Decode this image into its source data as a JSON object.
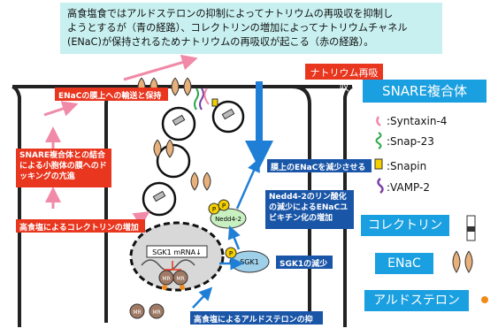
{
  "intro": {
    "line1": "高食塩食ではアルドステロンの抑制によってナトリウムの再吸収を抑制し",
    "line2": "ようとするが（青の経路）、コレクトリンの増加によってナトリウムチャネル",
    "line3": "(ENaC)が保持されるためナトリウムの再吸収が起こる（赤の経路）。"
  },
  "labels": {
    "na_reabsorption": "ナトリウム再吸収",
    "enac_transport": "ENaCの膜上への輸送と保持",
    "snare_docking": "SNARE複合体との結合による小胞体の膜へのドッキングの亢進",
    "collectrin_increase": "高食塩によるコレクトリンの増加",
    "reduce_enac": "膜上のENaCを減少させる",
    "nedd4_text": "Nedd4-2のリン酸化の減少によるENaCユビキチン化の増加",
    "sgk1_decrease": "SGK1の減少",
    "aldosterone_suppress": "高食塩によるアルドステロンの抑制",
    "sgk1_mrna": "SGK1 mRNA↓",
    "nedd4_2": "Nedd4-2",
    "sgk1": "SGK1",
    "mr": "MR",
    "p": "P"
  },
  "legend": {
    "snare_title": "SNARE複合体",
    "syntaxin": ":Syntaxin-4",
    "snap23": ":Snap-23",
    "snapin": ":Snapin",
    "vamp2": ":VAMP-2",
    "collectrin": "コレクトリン",
    "enac": "ENaC",
    "aldosterone": "アルドステロン"
  },
  "colors": {
    "red": "#e8361f",
    "blue": "#1a56a8",
    "arrow_blue": "#1f7fd6",
    "pink": "#f08aa8",
    "legend_blue": "#1a9fe0",
    "intro_bg": "#c8f0f0",
    "enac_fill": "#e8b07a",
    "aldosterone_dot": "#f08a1a"
  }
}
